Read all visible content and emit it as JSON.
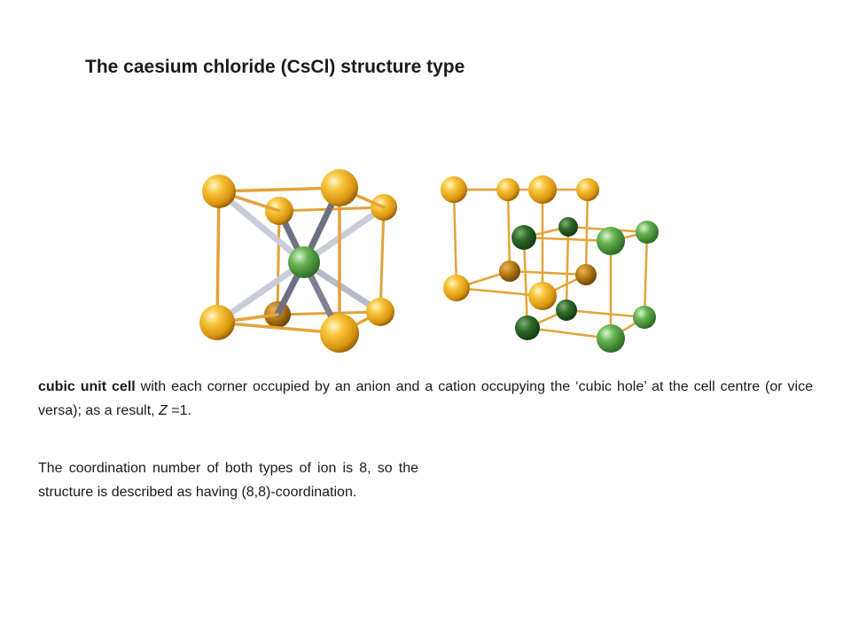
{
  "slide": {
    "title": "The caesium chloride (CsCl) structure type"
  },
  "paragraph_1": {
    "lead_bold": "cubic unit cell",
    "text_a": " with each corner occupied by an anion and a cation occupying the ‘cubic hole’ at the cell centre (or vice versa); as a result, ",
    "z_symbol": "Z",
    "text_b": " =1."
  },
  "paragraph_2": {
    "text": "The coordination number of both types of ion is 8, so the structure is described as having (8,8)-coordination."
  },
  "figure": {
    "colors": {
      "anion": "#f2b01e",
      "anion_dark": "#b07a10",
      "cation": "#5aa84a",
      "cation_dark": "#2e6a2a",
      "bond": "#e3a33a",
      "contact_light": "#c9ccd8",
      "contact_dark": "#6d7080"
    }
  }
}
